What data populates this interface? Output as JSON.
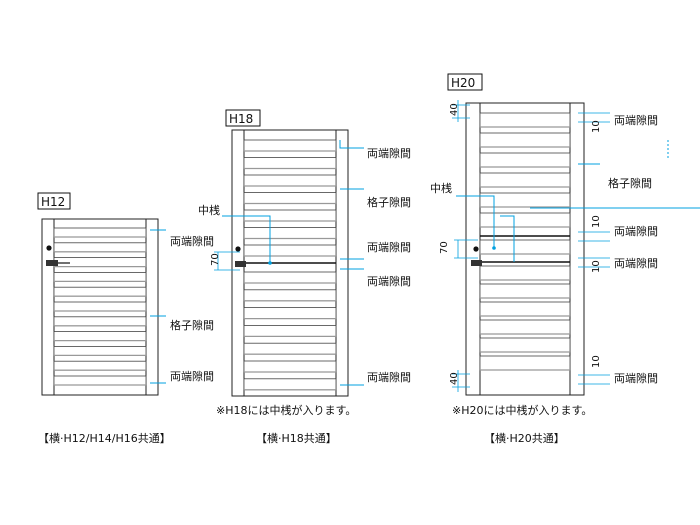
{
  "variants": {
    "h12": {
      "tag": "H12",
      "caption": "【横·H12/H14/H16共通】"
    },
    "h18": {
      "tag": "H18",
      "caption": "【横·H18共通】",
      "note": "※H18には中桟が入ります。"
    },
    "h20": {
      "tag": "H20",
      "caption": "【横·H20共通】",
      "note": "※H20には中桟が入ります。"
    }
  },
  "labels": {
    "ryotan": "両端隙間",
    "koshi": "格子隙間",
    "nakasan": "中桟"
  },
  "dims": {
    "d40": "40",
    "d10": "10",
    "d70": "70"
  }
}
